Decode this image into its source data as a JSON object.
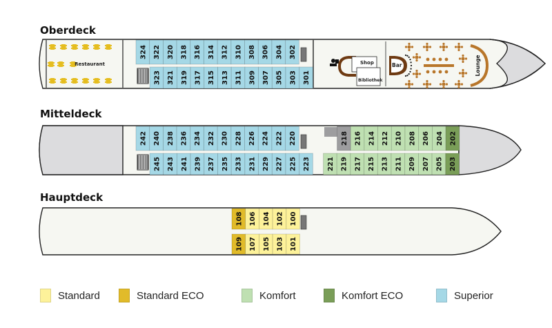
{
  "decks": {
    "oberdeck": {
      "title": "Oberdeck",
      "rooms": {
        "restaurant": "Restaurant",
        "shop": "Shop",
        "bibliothek": "Bibliothek",
        "bar": "Bar",
        "lounge": "Lounge"
      },
      "top_row": [
        {
          "no": "324",
          "cat": "superior"
        },
        {
          "no": "322",
          "cat": "superior"
        },
        {
          "no": "320",
          "cat": "superior"
        },
        {
          "no": "318",
          "cat": "superior"
        },
        {
          "no": "316",
          "cat": "superior"
        },
        {
          "no": "314",
          "cat": "superior"
        },
        {
          "no": "312",
          "cat": "superior"
        },
        {
          "no": "310",
          "cat": "superior"
        },
        {
          "no": "308",
          "cat": "superior"
        },
        {
          "no": "306",
          "cat": "superior"
        },
        {
          "no": "304",
          "cat": "superior"
        },
        {
          "no": "302",
          "cat": "superior"
        }
      ],
      "bottom_row": [
        {
          "no": "323",
          "cat": "superior"
        },
        {
          "no": "321",
          "cat": "superior"
        },
        {
          "no": "319",
          "cat": "superior"
        },
        {
          "no": "317",
          "cat": "superior"
        },
        {
          "no": "315",
          "cat": "superior"
        },
        {
          "no": "313",
          "cat": "superior"
        },
        {
          "no": "311",
          "cat": "superior"
        },
        {
          "no": "309",
          "cat": "superior"
        },
        {
          "no": "307",
          "cat": "superior"
        },
        {
          "no": "305",
          "cat": "superior"
        },
        {
          "no": "303",
          "cat": "superior"
        },
        {
          "no": "301",
          "cat": "superior"
        }
      ]
    },
    "mitteldeck": {
      "title": "Mitteldeck",
      "top_row_aft": [
        {
          "no": "242",
          "cat": "superior"
        },
        {
          "no": "240",
          "cat": "superior"
        },
        {
          "no": "238",
          "cat": "superior"
        },
        {
          "no": "236",
          "cat": "superior"
        },
        {
          "no": "234",
          "cat": "superior"
        },
        {
          "no": "232",
          "cat": "superior"
        },
        {
          "no": "230",
          "cat": "superior"
        },
        {
          "no": "228",
          "cat": "superior"
        },
        {
          "no": "226",
          "cat": "superior"
        },
        {
          "no": "224",
          "cat": "superior"
        },
        {
          "no": "222",
          "cat": "superior"
        },
        {
          "no": "220",
          "cat": "superior"
        }
      ],
      "bottom_row_aft": [
        {
          "no": "245",
          "cat": "superior"
        },
        {
          "no": "243",
          "cat": "superior"
        },
        {
          "no": "241",
          "cat": "superior"
        },
        {
          "no": "239",
          "cat": "superior"
        },
        {
          "no": "237",
          "cat": "superior"
        },
        {
          "no": "235",
          "cat": "superior"
        },
        {
          "no": "233",
          "cat": "superior"
        },
        {
          "no": "231",
          "cat": "superior"
        },
        {
          "no": "229",
          "cat": "superior"
        },
        {
          "no": "227",
          "cat": "superior"
        },
        {
          "no": "225",
          "cat": "superior"
        },
        {
          "no": "223",
          "cat": "superior"
        }
      ],
      "top_row_fwd": [
        {
          "no": "218",
          "cat": "unavailable"
        },
        {
          "no": "216",
          "cat": "komfort"
        },
        {
          "no": "214",
          "cat": "komfort"
        },
        {
          "no": "212",
          "cat": "komfort"
        },
        {
          "no": "210",
          "cat": "komfort"
        },
        {
          "no": "208",
          "cat": "komfort"
        },
        {
          "no": "206",
          "cat": "komfort"
        },
        {
          "no": "204",
          "cat": "komfort"
        },
        {
          "no": "202",
          "cat": "komfort_eco"
        }
      ],
      "bottom_row_fwd": [
        {
          "no": "221",
          "cat": "komfort"
        },
        {
          "no": "219",
          "cat": "komfort"
        },
        {
          "no": "217",
          "cat": "komfort"
        },
        {
          "no": "215",
          "cat": "komfort"
        },
        {
          "no": "213",
          "cat": "komfort"
        },
        {
          "no": "211",
          "cat": "komfort"
        },
        {
          "no": "209",
          "cat": "komfort"
        },
        {
          "no": "207",
          "cat": "komfort"
        },
        {
          "no": "205",
          "cat": "komfort"
        },
        {
          "no": "203",
          "cat": "komfort_eco"
        }
      ]
    },
    "hauptdeck": {
      "title": "Hauptdeck",
      "top_row": [
        {
          "no": "108",
          "cat": "standard_eco"
        },
        {
          "no": "106",
          "cat": "standard"
        },
        {
          "no": "104",
          "cat": "standard"
        },
        {
          "no": "102",
          "cat": "standard"
        },
        {
          "no": "100",
          "cat": "standard"
        }
      ],
      "bottom_row": [
        {
          "no": "109",
          "cat": "standard_eco"
        },
        {
          "no": "107",
          "cat": "standard"
        },
        {
          "no": "105",
          "cat": "standard"
        },
        {
          "no": "103",
          "cat": "standard"
        },
        {
          "no": "101",
          "cat": "standard"
        }
      ]
    }
  },
  "colors": {
    "standard": "#fdf29a",
    "standard_eco": "#e1bb2a",
    "komfort": "#bfe0b2",
    "komfort_eco": "#7a9e58",
    "superior": "#a5d8e6",
    "unavailable": "#9d9d9f",
    "hull_fill": "#f6f7f2",
    "bow_fill": "#dcdcde",
    "furniture_restaurant": "#e5bd1f",
    "furniture_lounge": "#b8762a",
    "bar_counter": "#6e3a12"
  },
  "legend": [
    {
      "key": "standard",
      "label": "Standard"
    },
    {
      "key": "standard_eco",
      "label": "Standard ECO"
    },
    {
      "key": "komfort",
      "label": "Komfort"
    },
    {
      "key": "komfort_eco",
      "label": "Komfort ECO"
    },
    {
      "key": "superior",
      "label": "Superior"
    }
  ]
}
